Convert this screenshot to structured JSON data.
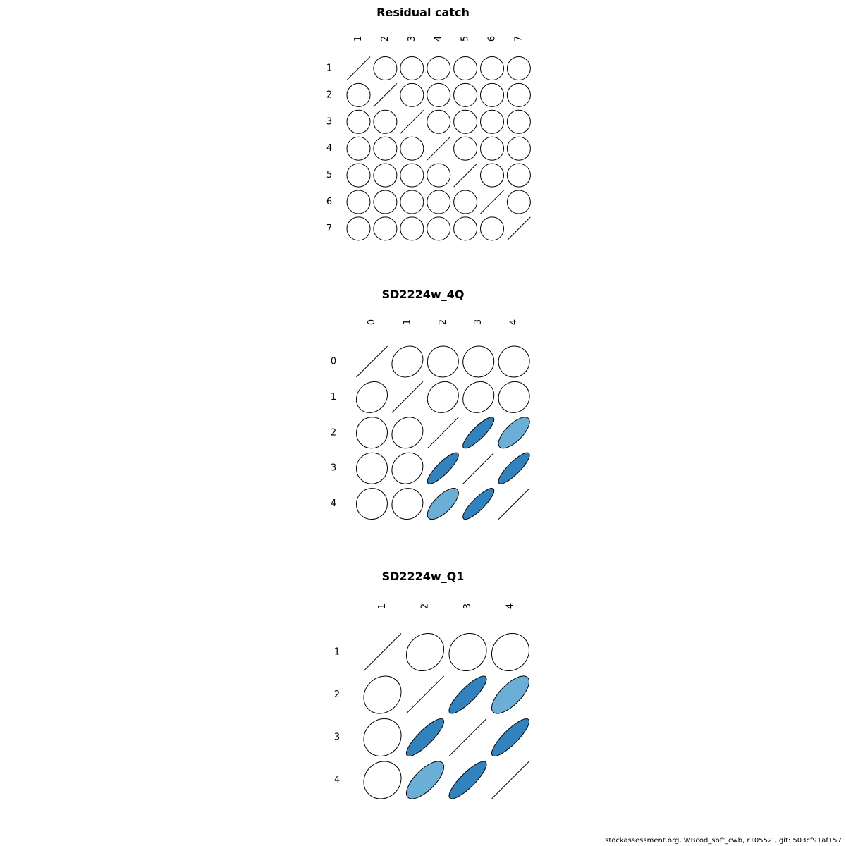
{
  "chart_data": [
    {
      "type": "heatmap",
      "title": "Residual catch",
      "labels": [
        "1",
        "2",
        "3",
        "4",
        "5",
        "6",
        "7"
      ],
      "matrix": [
        [
          1,
          0,
          0,
          0,
          0,
          0,
          0
        ],
        [
          0,
          1,
          0,
          0,
          0,
          0,
          0
        ],
        [
          0,
          0,
          1,
          0,
          0,
          0,
          0
        ],
        [
          0,
          0,
          0,
          1,
          0,
          0,
          0
        ],
        [
          0,
          0,
          0,
          0,
          1,
          0,
          0
        ],
        [
          0,
          0,
          0,
          0,
          0,
          1,
          0
        ],
        [
          0,
          0,
          0,
          0,
          0,
          0,
          1
        ]
      ]
    },
    {
      "type": "heatmap",
      "title": "SD2224w_4Q",
      "labels": [
        "0",
        "1",
        "2",
        "3",
        "4"
      ],
      "matrix": [
        [
          1,
          0.15,
          0.02,
          0.02,
          0.02
        ],
        [
          0.15,
          1,
          0.12,
          0.12,
          0.05
        ],
        [
          0.02,
          0.12,
          1,
          0.85,
          0.7
        ],
        [
          0.02,
          0.12,
          0.85,
          1,
          0.85
        ],
        [
          0.02,
          0.05,
          0.7,
          0.85,
          1
        ]
      ]
    },
    {
      "type": "heatmap",
      "title": "SD2224w_Q1",
      "labels": [
        "1",
        "2",
        "3",
        "4"
      ],
      "matrix": [
        [
          1,
          0.15,
          0.1,
          0.1
        ],
        [
          0.15,
          1,
          0.85,
          0.7
        ],
        [
          0.1,
          0.85,
          1,
          0.85
        ],
        [
          0.1,
          0.7,
          0.85,
          1
        ]
      ]
    }
  ],
  "colors": {
    "high": "#3182bd",
    "mid": "#6baed6",
    "low": "#ffffff",
    "stroke": "#000000"
  },
  "footer": "stockassessment.org, WBcod_soft_cwb, r10552 , git: 503cf91af157"
}
